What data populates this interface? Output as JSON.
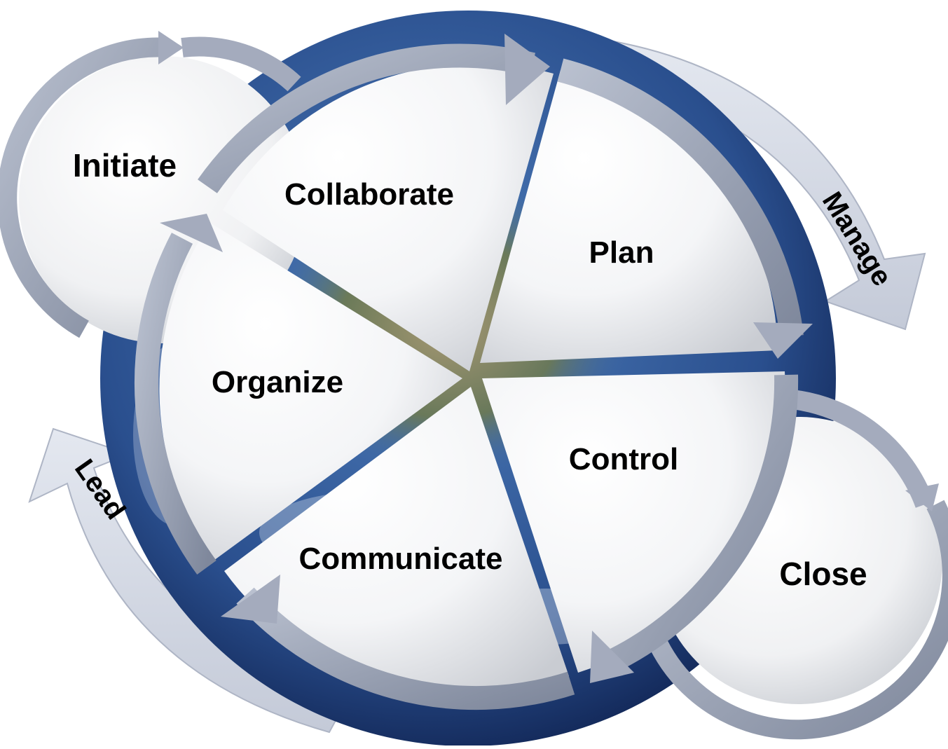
{
  "diagram": {
    "segments": [
      "Collaborate",
      "Plan",
      "Control",
      "Communicate",
      "Organize"
    ],
    "outer_nodes": {
      "initiate": "Initiate",
      "close": "Close"
    },
    "side_arrows": {
      "manage": "Manage",
      "lead": "Lead"
    },
    "colors": {
      "earth_ocean": "#2d5a9c",
      "earth_land": "#8a7a55",
      "arrow": "#9aa3b8",
      "arrow_light": "#cdd3e0",
      "segment_fill": "#ffffff",
      "text": "#000000"
    }
  }
}
